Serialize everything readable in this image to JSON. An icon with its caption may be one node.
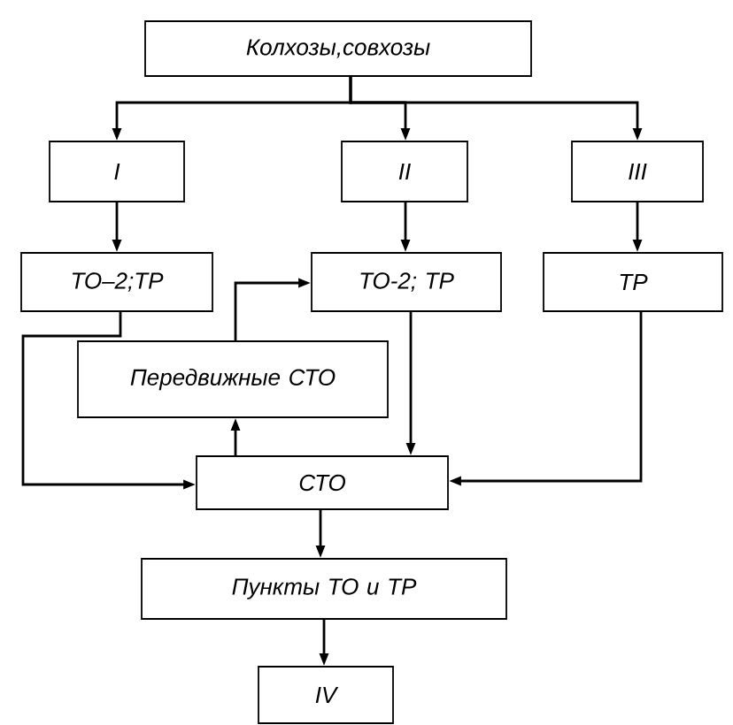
{
  "diagram": {
    "nodes": [
      {
        "text": [
          "Колхозы,совхозы"
        ]
      },
      {
        "text": [
          "I"
        ]
      },
      {
        "text": [
          "II"
        ]
      },
      {
        "text": [
          "III"
        ]
      },
      {
        "text": [
          "ТО–2;ТР"
        ]
      },
      {
        "text": [
          "ТО-2; ТР"
        ]
      },
      {
        "text": [
          "ТР"
        ]
      },
      {
        "text": [
          "Передвижные СТО"
        ]
      },
      {
        "text": [
          "СТО"
        ]
      },
      {
        "text": [
          "Пункты ТО и ТР"
        ]
      },
      {
        "text": [
          "IV"
        ]
      }
    ],
    "edges": [
      {
        "from": 0,
        "to": 1,
        "arrow": "to"
      },
      {
        "from": 0,
        "to": 2,
        "arrow": "to"
      },
      {
        "from": 0,
        "to": 3,
        "arrow": "to"
      },
      {
        "from": 1,
        "to": 4,
        "arrow": "to"
      },
      {
        "from": 2,
        "to": 5,
        "arrow": "to"
      },
      {
        "from": 3,
        "to": 6,
        "arrow": "to"
      },
      {
        "from": 4,
        "to": 8,
        "arrow": "to"
      },
      {
        "from": 8,
        "to": 7,
        "arrow": "to"
      },
      {
        "from": 7,
        "to": 5,
        "arrow": "to"
      },
      {
        "from": 5,
        "to": 8,
        "arrow": "to"
      },
      {
        "from": 6,
        "to": 8,
        "arrow": "to"
      },
      {
        "from": 8,
        "to": 9,
        "arrow": "to"
      },
      {
        "from": 9,
        "to": 10,
        "arrow": "to"
      }
    ]
  }
}
